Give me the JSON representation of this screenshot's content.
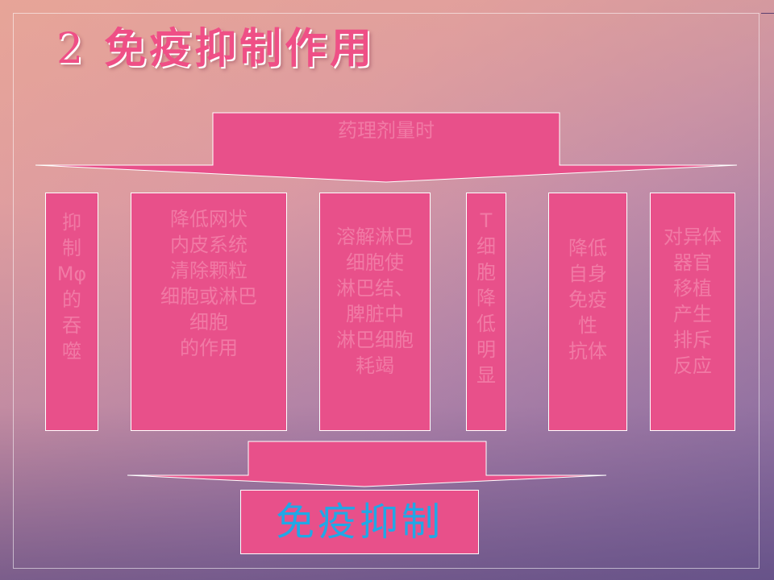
{
  "title": {
    "number": "2",
    "text": "免疫抑制作用"
  },
  "top_label": "药理剂量时",
  "boxes": [
    {
      "id": "b1",
      "text": "抑\n制\nMφ\n的\n吞\n噬"
    },
    {
      "id": "b2",
      "text": "降低网状\n内皮系统\n清除颗粒\n细胞或淋巴\n细胞\n的作用"
    },
    {
      "id": "b3",
      "text": "溶解淋巴\n细胞使\n淋巴结、\n脾脏中\n淋巴细胞\n耗竭"
    },
    {
      "id": "b4",
      "text": "T\n细\n胞\n降\n低\n明\n显"
    },
    {
      "id": "b5",
      "text": "降低\n自身\n免疫\n性\n抗体"
    },
    {
      "id": "b6",
      "text": "对异体\n器官\n移植\n产生\n排斥\n反应"
    }
  ],
  "result": "免疫抑制",
  "colors": {
    "box": "#e8508a",
    "box_text": "#f17aa5",
    "result_text": "#20a8e6",
    "title": "#ef4f86"
  }
}
